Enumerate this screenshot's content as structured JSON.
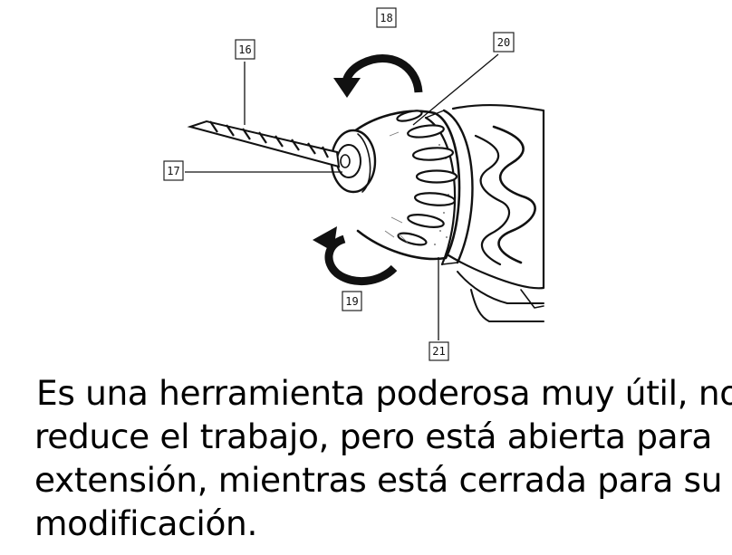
{
  "diagram": {
    "callouts": {
      "c16": "16",
      "c17": "17",
      "c18": "18",
      "c19": "19",
      "c20": "20",
      "c21": "21"
    }
  },
  "caption": {
    "line1": "Es una herramienta poderosa muy útil, nos",
    "line2": "reduce el trabajo, pero está abierta para",
    "line3": "extensión, mientras está cerrada para su",
    "line4": "modificación."
  }
}
